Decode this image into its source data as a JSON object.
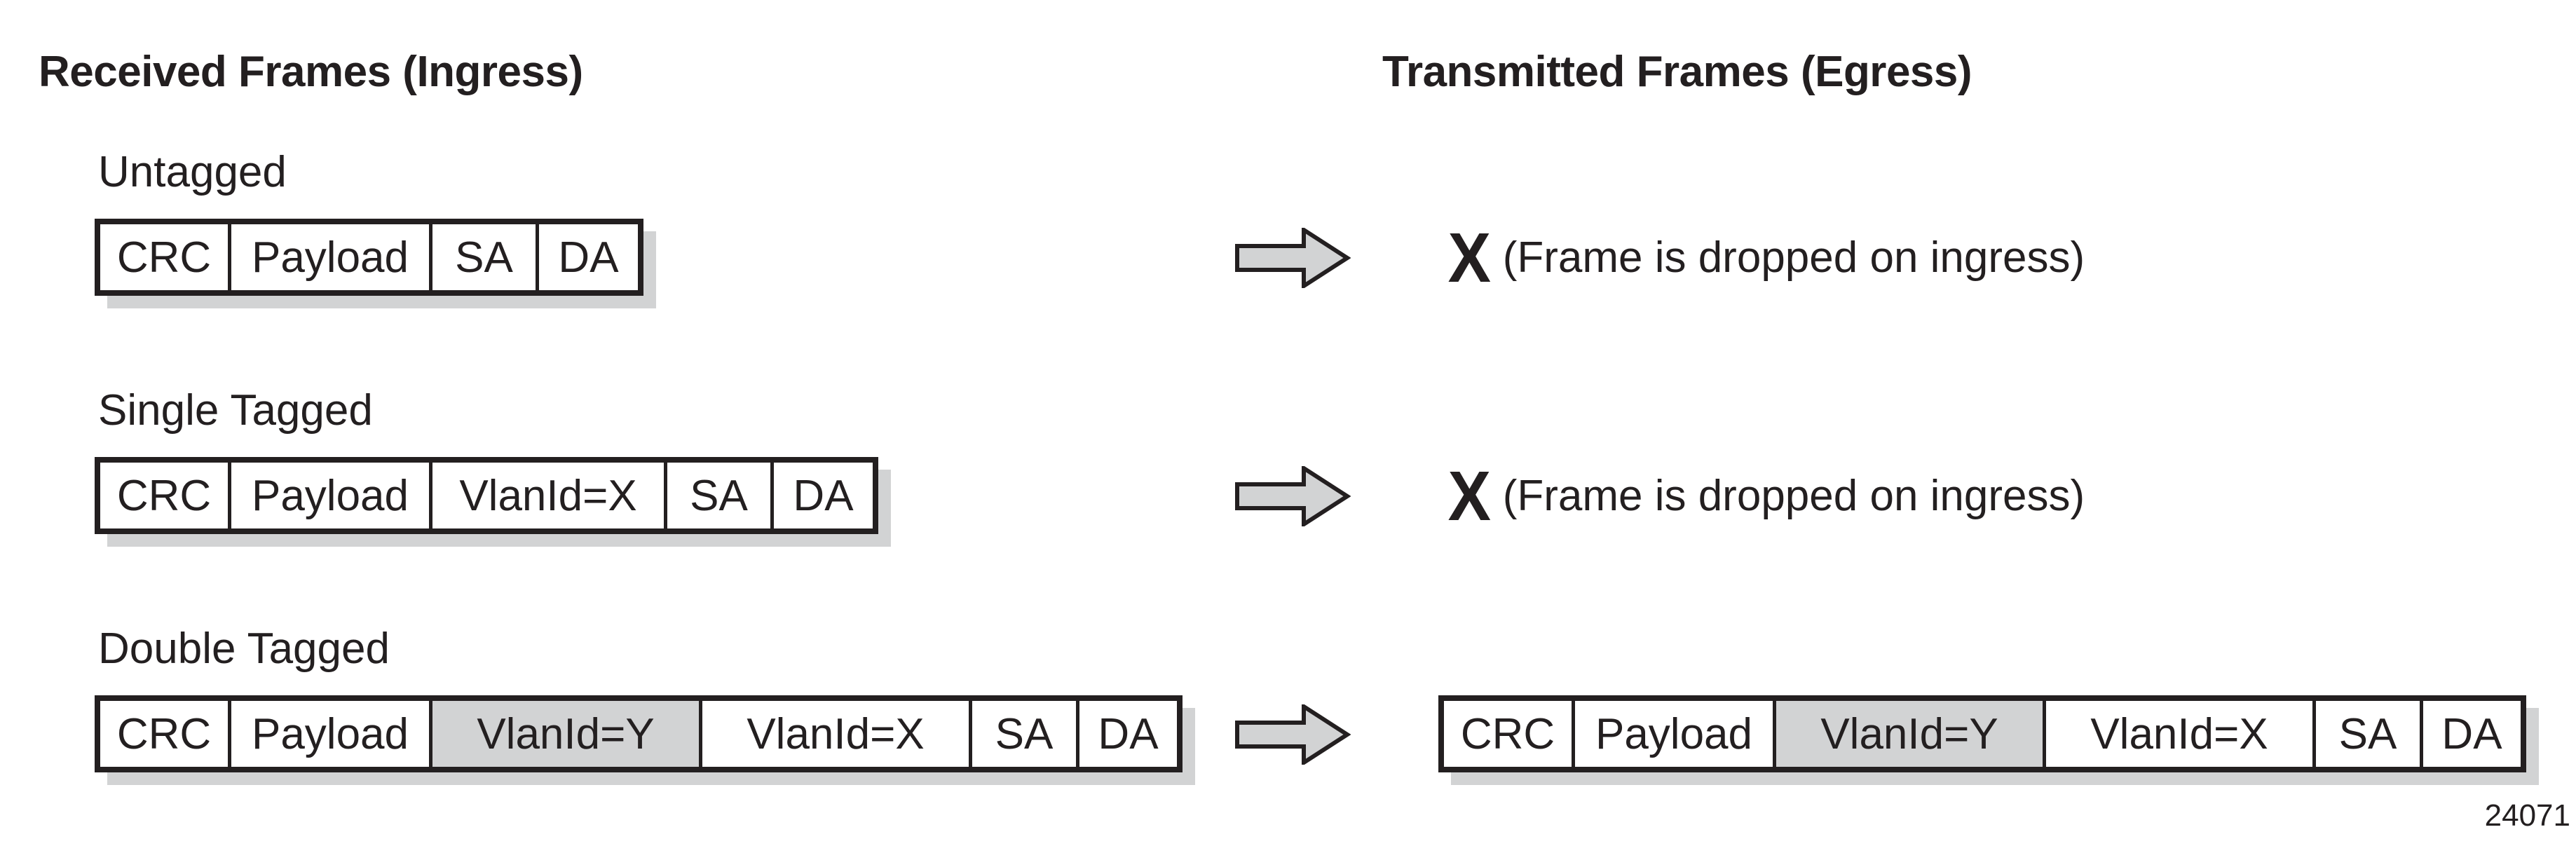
{
  "headings": {
    "ingress": "Received Frames (Ingress)",
    "egress": "Transmitted Frames (Egress)"
  },
  "rows": [
    {
      "label": "Untagged",
      "ingress_fields": [
        "CRC",
        "Payload",
        "SA",
        "DA"
      ],
      "result": "(Frame is dropped on ingress)",
      "drop_mark": "X"
    },
    {
      "label": "Single Tagged",
      "ingress_fields": [
        "CRC",
        "Payload",
        "VlanId=X",
        "SA",
        "DA"
      ],
      "result": "(Frame is dropped on ingress)",
      "drop_mark": "X"
    },
    {
      "label": "Double Tagged",
      "ingress_fields": [
        "CRC",
        "Payload",
        "VlanId=Y",
        "VlanId=X",
        "SA",
        "DA"
      ],
      "egress_fields": [
        "CRC",
        "Payload",
        "VlanId=Y",
        "VlanId=X",
        "SA",
        "DA"
      ]
    }
  ],
  "figure_number": "24071",
  "colors": {
    "ink": "#231f20",
    "shade": "#d2d3d4"
  },
  "icons": {
    "arrow": "right-arrow-icon",
    "drop": "x-mark-icon"
  }
}
